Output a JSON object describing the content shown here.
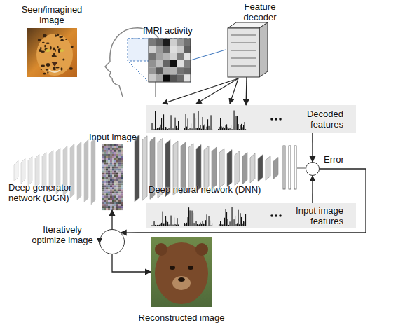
{
  "diagram": {
    "nodes": [
      {
        "text": [
          "Seen/imagined image"
        ]
      },
      {
        "text": [
          "fMRI activity"
        ]
      },
      {
        "text": [
          "Feature decoder"
        ]
      },
      {
        "text": [
          "Decoded features"
        ]
      },
      {
        "text": [
          "Input image"
        ]
      },
      {
        "text": [
          "Deep generator network (DGN)"
        ]
      },
      {
        "text": [
          "Deep neural network (DNN)"
        ]
      },
      {
        "text": [
          "Error"
        ]
      },
      {
        "text": [
          "Input image features"
        ]
      },
      {
        "text": [
          "Iteratively optimize image"
        ]
      },
      {
        "text": [
          "Reconstructed image"
        ]
      }
    ],
    "edges": [
      {
        "from": 1,
        "to": 2,
        "arrow": "none"
      },
      {
        "from": 2,
        "to": 3,
        "arrow": "to"
      },
      {
        "from": 3,
        "to": 7,
        "arrow": "to"
      },
      {
        "from": 8,
        "to": 7,
        "arrow": "to"
      },
      {
        "from": 7,
        "to": 9,
        "arrow": "to"
      },
      {
        "from": 9,
        "to": 4,
        "arrow": "to"
      },
      {
        "from": 9,
        "to": 10,
        "arrow": "to"
      }
    ]
  }
}
